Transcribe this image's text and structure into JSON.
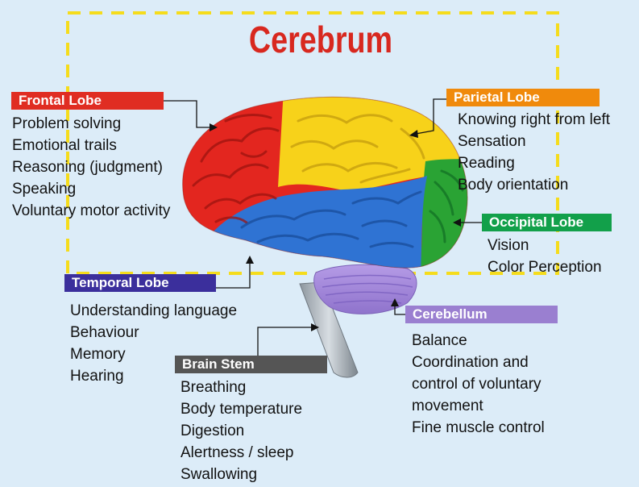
{
  "title": "Cerebrum",
  "colors": {
    "background": "#dcecf8",
    "title": "#d8281f",
    "dashed_frame": "#f5dc1c",
    "frontal": "#e02d22",
    "parietal": "#f08a0c",
    "occipital": "#12a04a",
    "temporal": "#3b2f9c",
    "cerebellum": "#9a7fd0",
    "brain_stem": "#555555"
  },
  "regions": {
    "frontal": {
      "label": "Frontal Lobe",
      "functions": [
        "Problem solving",
        "Emotional trails",
        "Reasoning (judgment)",
        "Speaking",
        "Voluntary motor activity"
      ]
    },
    "parietal": {
      "label": "Parietal Lobe",
      "functions": [
        "Knowing right from left",
        "Sensation",
        "Reading",
        "Body orientation"
      ]
    },
    "occipital": {
      "label": "Occipital Lobe",
      "functions": [
        "Vision",
        "Color Perception"
      ]
    },
    "temporal": {
      "label": "Temporal Lobe",
      "functions": [
        "Understanding language",
        "Behaviour",
        "Memory",
        "Hearing"
      ]
    },
    "cerebellum": {
      "label": "Cerebellum",
      "functions": [
        "Balance",
        "Coordination and",
        "control of voluntary",
        "movement",
        "Fine muscle control"
      ]
    },
    "brain_stem": {
      "label": "Brain Stem",
      "functions": [
        "Breathing",
        "Body temperature",
        "Digestion",
        "Alertness / sleep",
        "Swallowing"
      ]
    }
  }
}
